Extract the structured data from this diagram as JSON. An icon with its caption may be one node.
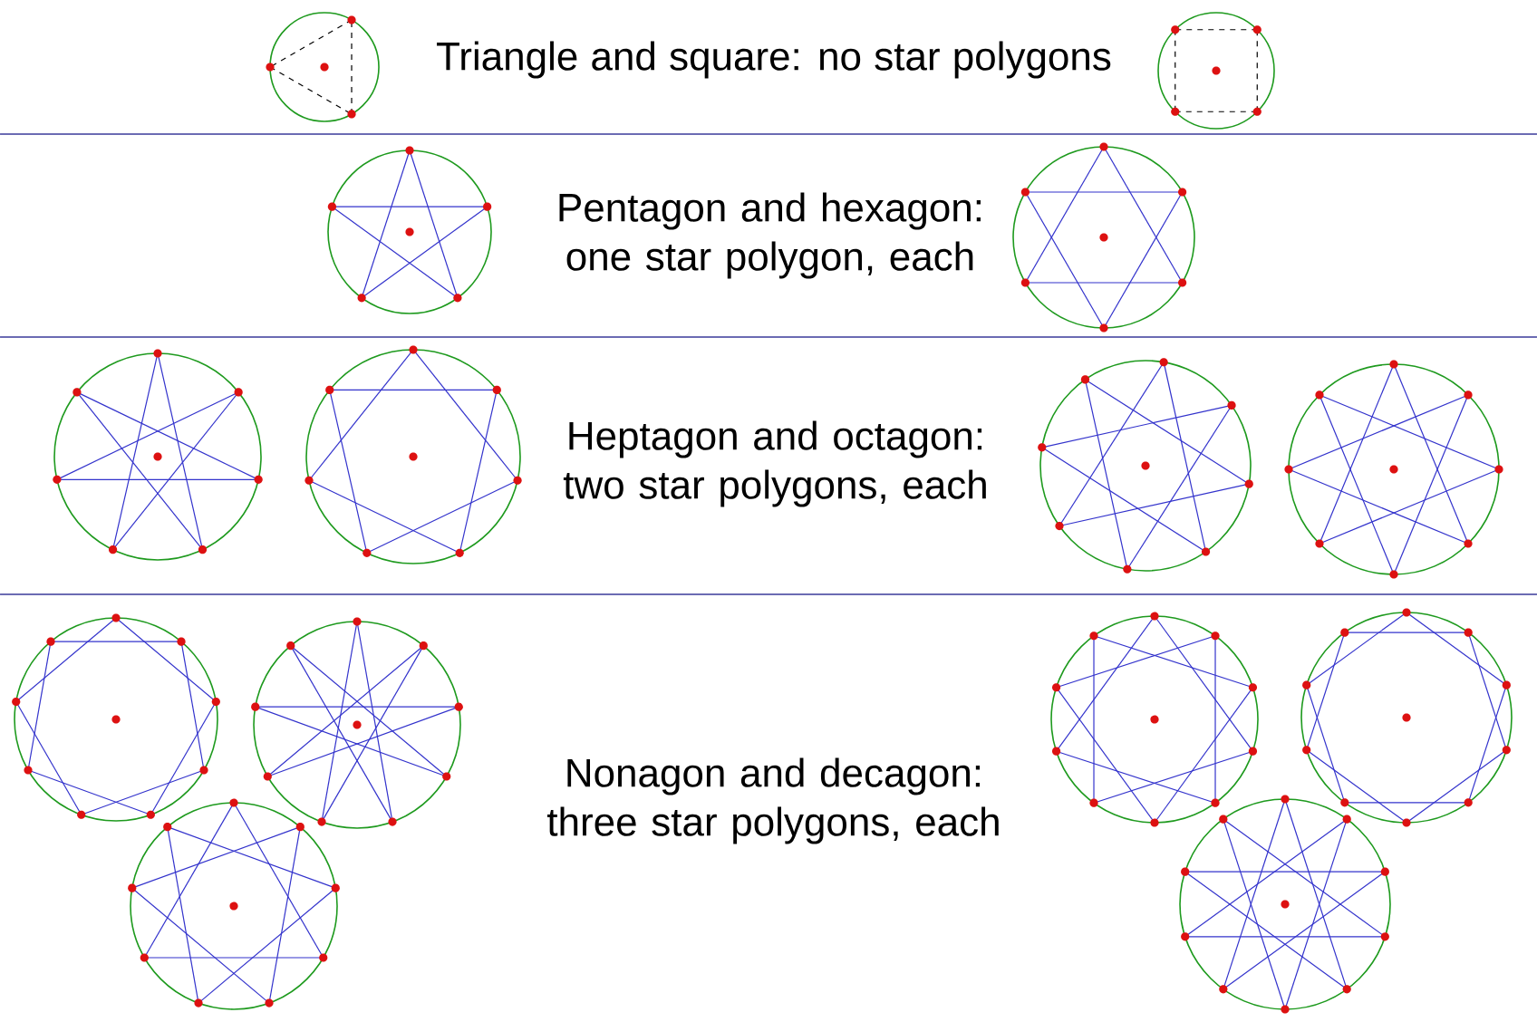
{
  "diagram": {
    "labels": [
      "Triangle and square:  no star polygons",
      "Pentagon and hexagon: one star polygon, each",
      "Heptagon and octagon: two star polygons, each",
      "Nonagon and decagon: three star polygons, each"
    ]
  }
}
